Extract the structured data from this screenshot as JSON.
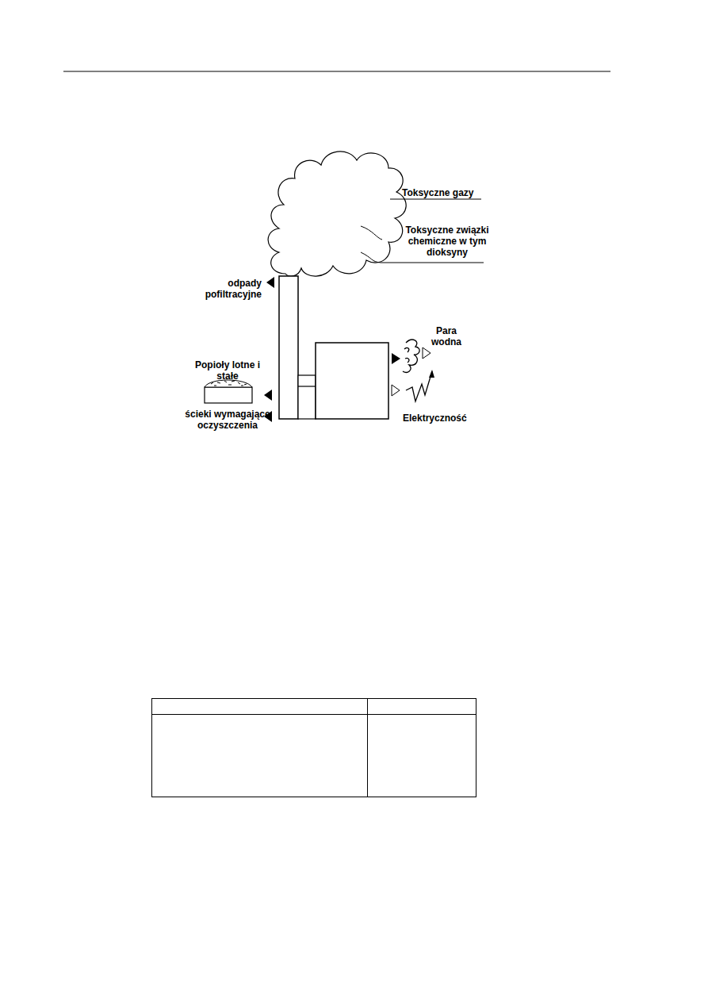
{
  "diagram": {
    "labels": [
      "Toksyczne gazy",
      "Toksyczne związki chemiczne w tym dioksyny",
      "odpady pofiltracyjne",
      "Para wodna",
      "Popioły lotne i stałe",
      "ścieki wymagające oczyszczenia",
      "Elektryczność"
    ]
  }
}
